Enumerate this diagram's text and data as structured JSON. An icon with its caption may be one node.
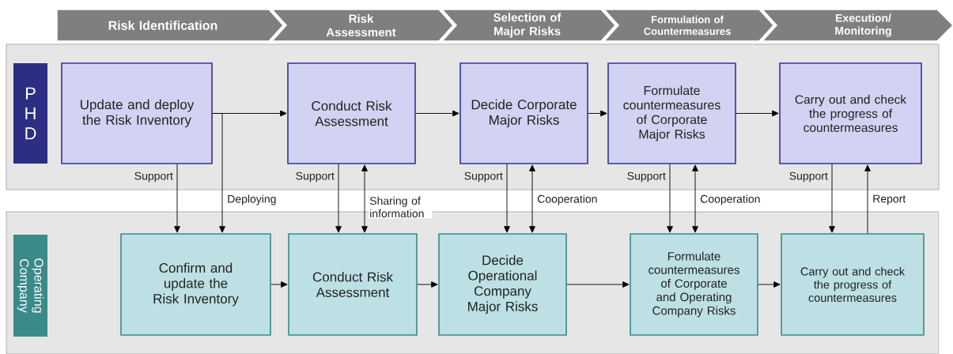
{
  "diagram": {
    "nodes": [
      {
        "text": [
          "Risk Identification"
        ]
      },
      {
        "text": [
          "Risk Assessment"
        ]
      },
      {
        "text": [
          "Selection of Major Risks"
        ]
      },
      {
        "text": [
          "Formulation of Countermeasures"
        ]
      },
      {
        "text": [
          "Execution/ Monitoring"
        ]
      },
      {
        "text": [],
        "shape": "box"
      },
      {
        "text": [
          "P H D"
        ],
        "in": 5
      },
      {
        "text": [
          "Update and deploy the Risk Inventory"
        ],
        "in": 5
      },
      {
        "text": [
          "Conduct Risk Assessment"
        ],
        "in": 5
      },
      {
        "text": [
          "Decide Corporate Major Risks"
        ],
        "in": 5
      },
      {
        "text": [
          "Formulate countermeasures of Corporate Major Risks"
        ],
        "in": 5
      },
      {
        "text": [
          "Carry out and check the progress of countermeasures"
        ],
        "in": 5
      },
      {
        "text": [],
        "shape": "box"
      },
      {
        "text": [
          "Operating Company"
        ],
        "in": 12
      },
      {
        "text": [
          "Confirm and update the Risk Inventory"
        ],
        "in": 12
      },
      {
        "text": [
          "Conduct Risk Assessment"
        ],
        "in": 12
      },
      {
        "text": [
          "Decide Operational Company Major Risks"
        ],
        "in": 12
      },
      {
        "text": [
          "Formulate countermeasures of Corporate and Operating Company Risks"
        ],
        "in": 12
      },
      {
        "text": [
          "Carry out and check the progress of countermeasures"
        ],
        "in": 12
      }
    ],
    "edges": [
      {
        "from": 7,
        "to": 8,
        "arrow": "to"
      },
      {
        "from": 8,
        "to": 9,
        "arrow": "to"
      },
      {
        "from": 9,
        "to": 10,
        "arrow": "to"
      },
      {
        "from": 10,
        "to": 11,
        "arrow": "to"
      },
      {
        "from": 14,
        "to": 15,
        "arrow": "to"
      },
      {
        "from": 15,
        "to": 16,
        "arrow": "to"
      },
      {
        "from": 16,
        "to": 17,
        "arrow": "to"
      },
      {
        "from": 17,
        "to": 18,
        "arrow": "to"
      },
      {
        "from": 7,
        "to": 14,
        "arrow": "to",
        "label": "Support"
      },
      {
        "from": 7,
        "to": 14,
        "arrow": "to",
        "label": "Deploying"
      },
      {
        "from": 8,
        "to": 15,
        "arrow": "to",
        "label": "Support"
      },
      {
        "from": 8,
        "to": 15,
        "arrow": "both",
        "label": "Sharing of information"
      },
      {
        "from": 9,
        "to": 16,
        "arrow": "to",
        "label": "Support"
      },
      {
        "from": 9,
        "to": 16,
        "arrow": "both",
        "label": "Cooperation"
      },
      {
        "from": 10,
        "to": 17,
        "arrow": "to",
        "label": "Support"
      },
      {
        "from": 10,
        "to": 17,
        "arrow": "both",
        "label": "Cooperation"
      },
      {
        "from": 11,
        "to": 18,
        "arrow": "to",
        "label": "Support"
      },
      {
        "from": 18,
        "to": 11,
        "arrow": "to",
        "label": "Report"
      }
    ]
  }
}
